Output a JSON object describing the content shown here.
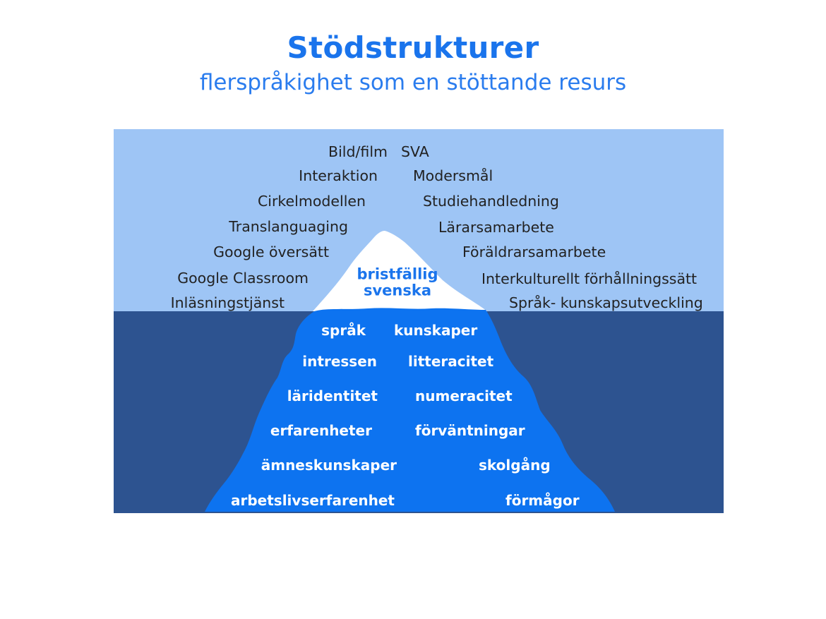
{
  "header": {
    "title": "Stödstrukturer",
    "subtitle": "flerspråkighet som en stöttande resurs"
  },
  "colors": {
    "title": "#1a74ec",
    "sky": "#9ec5f5",
    "water": "#2d5390",
    "iceberg_underwater": "#0d73f0",
    "iceberg_tip": "#ffffff",
    "label_text": "#222222"
  },
  "iceberg": {
    "tip": {
      "line1": "bristfällig",
      "line2": "svenska"
    },
    "above_water_left": [
      "Bild/film",
      "Interaktion",
      "Cirkelmodellen",
      "Translanguaging",
      "Google översätt",
      "Google Classroom",
      "Inläsningstjänst"
    ],
    "above_water_right": [
      "SVA",
      "Modersmål",
      "Studiehandledning",
      "Lärarsamarbete",
      "Föräldrarsamarbete",
      "Interkulturellt förhållningssätt",
      "Språk- kunskapsutveckling"
    ],
    "underwater_left": [
      "språk",
      "intressen",
      "läridentitet",
      "erfarenheter",
      "ämneskunskaper",
      "arbetslivserfarenhet"
    ],
    "underwater_right": [
      "kunskaper",
      "litteracitet",
      "numeracitet",
      "förväntningar",
      "skolgång",
      "förmågor"
    ]
  }
}
